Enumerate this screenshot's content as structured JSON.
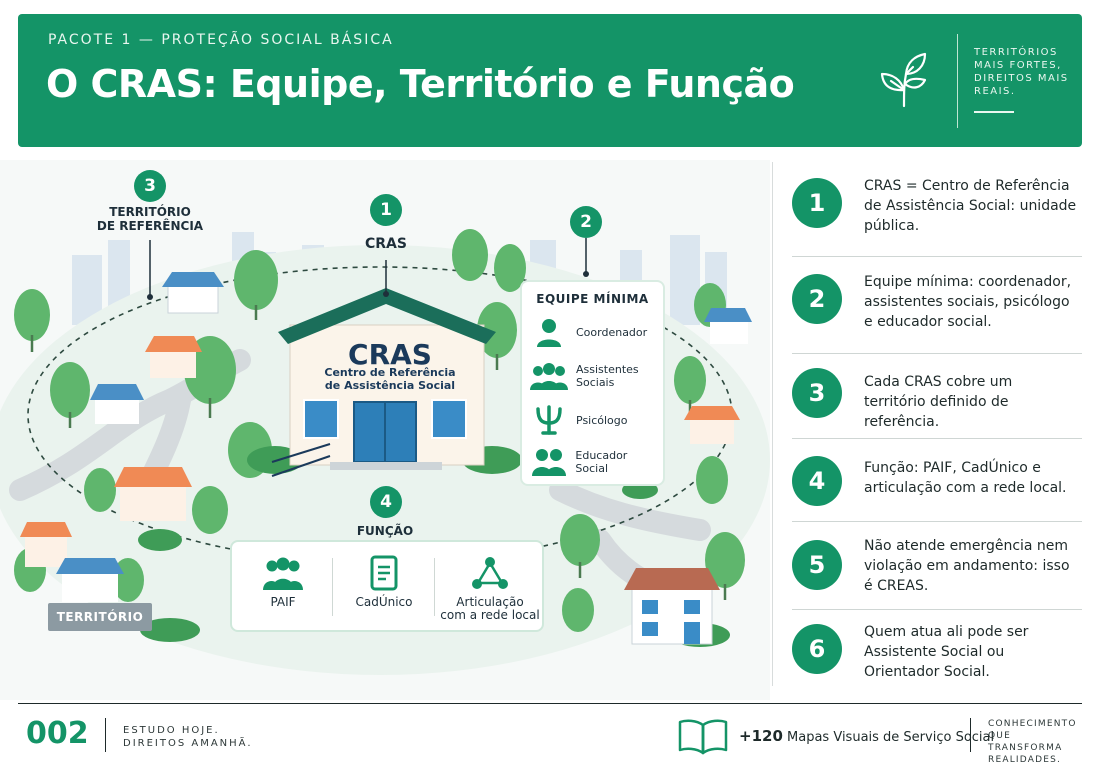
{
  "header": {
    "kicker": "PACOTE 1 — PROTEÇÃO SOCIAL BÁSICA",
    "title": "O CRAS: Equipe, Território e Função",
    "slogan": "TERRITÓRIOS MAIS FORTES, DIREITOS MAIS REAIS.",
    "icon": "leaf-sprout-icon"
  },
  "illustration": {
    "territory_badge": "3",
    "territory_label_1": "TERRITÓRIO",
    "territory_label_2": "DE REFERÊNCIA",
    "cras_badge": "1",
    "cras_label": "CRAS",
    "building_title": "CRAS",
    "building_sub_1": "Centro de Referência",
    "building_sub_2": "de Assistência Social",
    "team_badge": "2",
    "team": {
      "title": "EQUIPE MÍNIMA",
      "members": [
        {
          "icon": "person-icon",
          "label": "Coordenador"
        },
        {
          "icon": "group-icon",
          "label_1": "Assistentes",
          "label_2": "Sociais"
        },
        {
          "icon": "psi-icon",
          "label": "Psicólogo"
        },
        {
          "icon": "two-people-icon",
          "label": "Educador Social"
        }
      ]
    },
    "function_badge": "4",
    "function_label": "FUNÇÃO",
    "functions": [
      {
        "icon": "family-icon",
        "label": "PAIF"
      },
      {
        "icon": "document-icon",
        "label": "CadÚnico"
      },
      {
        "icon": "network-icon",
        "label_1": "Articulação",
        "label_2": "com a rede local"
      }
    ],
    "sign": "TERRITÓRIO"
  },
  "list": [
    {
      "num": "1",
      "text": "CRAS = Centro de Referência de Assistência Social: unidade pública."
    },
    {
      "num": "2",
      "text": "Equipe mínima: coordenador, assistentes sociais, psicólogo e educador social."
    },
    {
      "num": "3",
      "text": "Cada CRAS cobre um território definido de referência."
    },
    {
      "num": "4",
      "text": "Função: PAIF, CadÚnico e articulação com a rede local."
    },
    {
      "num": "5",
      "text": "Não atende emergência nem violação em andamento: isso é CREAS."
    },
    {
      "num": "6",
      "text": "Quem atua ali pode ser Assistente Social ou Orientador Social."
    }
  ],
  "footer": {
    "page": "002",
    "tagline": "ESTUDO HOJE. DIREITOS AMANHÃ.",
    "maps_count": "+120",
    "maps_text": "Mapas Visuais de Serviço Social",
    "right": "CONHECIMENTO QUE TRANSFORMA REALIDADES."
  },
  "colors": {
    "brand_green": "#149467",
    "navy": "#1b3a5b"
  }
}
